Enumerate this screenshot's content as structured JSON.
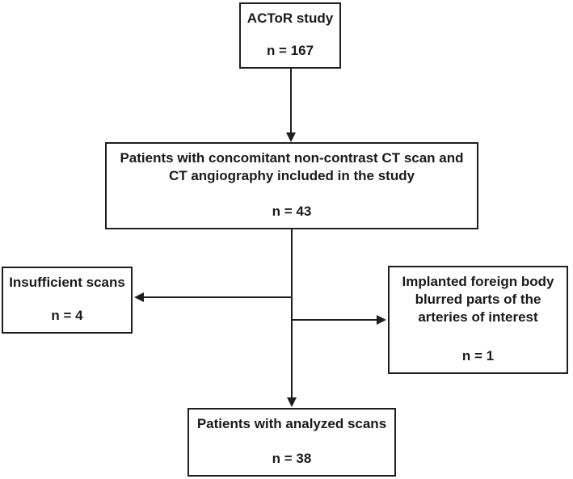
{
  "page": {
    "background": "#ffffff"
  },
  "flowchart": {
    "style": {
      "border_color": "#1f1f1f",
      "text_color": "#1a1a1a",
      "box_background": "#ffffff"
    },
    "boxes": {
      "study": {
        "lines": [
          "ACToR study"
        ],
        "count": "n = 167"
      },
      "included": {
        "lines": [
          "Patients with concomitant non-contrast CT scan and",
          "CT angiography included in the study"
        ],
        "count": "n = 43"
      },
      "insufficient": {
        "lines": [
          "Insufficient scans"
        ],
        "count": "n = 4"
      },
      "foreign_body": {
        "lines": [
          "Implanted foreign body",
          "blurred parts of the",
          "arteries of interest"
        ],
        "count": "n = 1"
      },
      "analyzed": {
        "lines": [
          "Patients with analyzed scans"
        ],
        "count": "n = 38"
      }
    }
  }
}
